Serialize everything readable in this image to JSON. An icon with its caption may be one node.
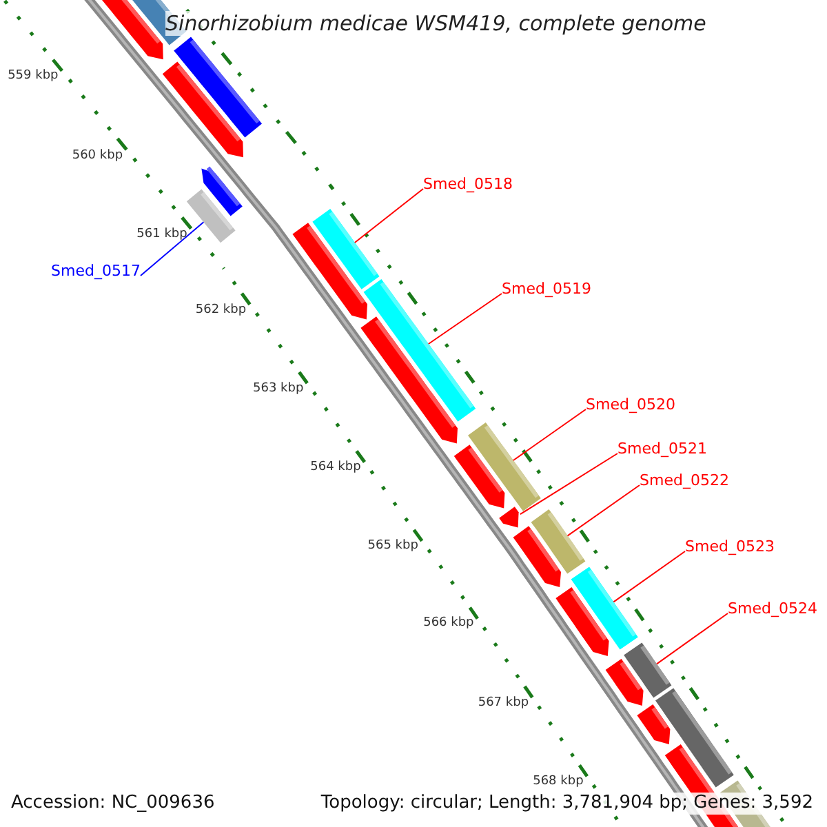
{
  "diagram": {
    "title": "Sinorhizobium medicae WSM419, complete genome",
    "nodes": [
      {
        "text": [
          "Smed_0517"
        ]
      },
      {
        "text": [
          "Smed_0518"
        ]
      },
      {
        "text": [
          "Smed_0519"
        ]
      },
      {
        "text": [
          "Smed_0520"
        ]
      },
      {
        "text": [
          "Smed_0521"
        ]
      },
      {
        "text": [
          "Smed_0522"
        ]
      },
      {
        "text": [
          "Smed_0523"
        ]
      },
      {
        "text": [
          "Smed_0524"
        ]
      },
      {
        "text": [],
        "shape": "bar"
      },
      {
        "text": [],
        "shape": "bar"
      },
      {
        "text": [],
        "shape": "bar"
      },
      {
        "text": [],
        "shape": "bar"
      },
      {
        "text": [],
        "shape": "bar"
      },
      {
        "text": [],
        "shape": "bar"
      },
      {
        "text": [],
        "shape": "bar"
      },
      {
        "text": [],
        "shape": "bar"
      }
    ],
    "edges": [
      {
        "from": 0,
        "to": 8,
        "arrow": "none",
        "color": "#0000ff"
      },
      {
        "from": 1,
        "to": 9,
        "arrow": "none"
      },
      {
        "from": 2,
        "to": 10,
        "arrow": "none"
      },
      {
        "from": 3,
        "to": 11,
        "arrow": "none"
      },
      {
        "from": 4,
        "to": 12,
        "arrow": "none"
      },
      {
        "from": 5,
        "to": 13,
        "arrow": "none"
      },
      {
        "from": 6,
        "to": 14,
        "arrow": "none"
      },
      {
        "from": 7,
        "to": 15,
        "arrow": "none"
      }
    ],
    "labels": [
      "559 kbp",
      "560 kbp",
      "561 kbp",
      "562 kbp",
      "563 kbp",
      "564 kbp",
      "565 kbp",
      "566 kbp",
      "567 kbp",
      "568 kbp",
      "Accession: NC_009636",
      "Topology: circular; Length: 3,781,904 bp; Genes: 3,592"
    ]
  }
}
